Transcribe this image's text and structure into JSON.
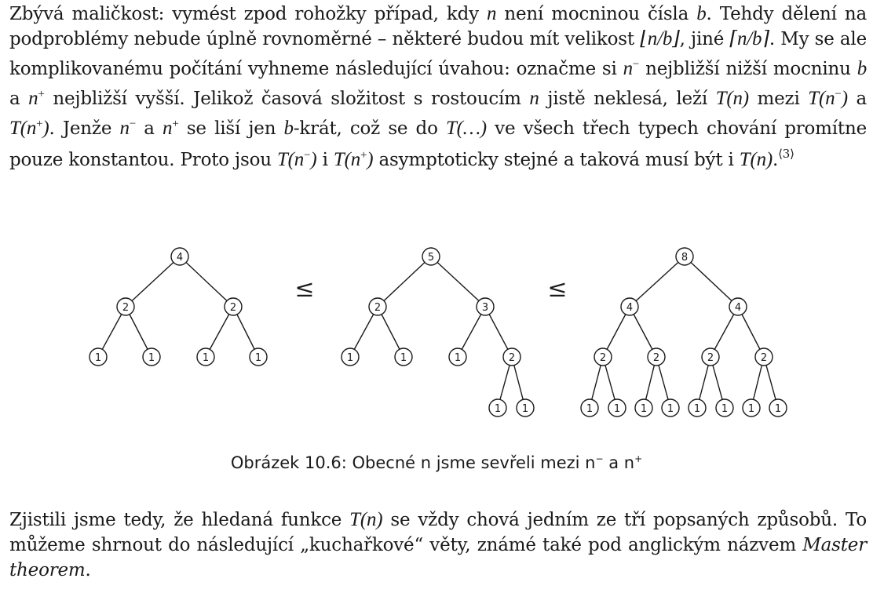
{
  "paragraph1": {
    "a": "Zbývá maličkost: vymést zpod rohožky případ, kdy ",
    "b": " není mocninou čísla ",
    "c": ". Tehdy dělení na podproblémy nebude úplně rovnoměrné – některé budou mít velikost ",
    "d": ", jiné ",
    "e": ". My se ale komplikovanému počítání vyhneme následující úvahou: označme si ",
    "f": " nejbližší nižší mocninu ",
    "g": " a ",
    "h": " nejbližší vyšší. Jelikož časová složitost s rostoucím ",
    "i": " jistě neklesá, leží ",
    "j": " mezi ",
    "k": " a ",
    "l": ". Jenže ",
    "m": " a ",
    "n": " se liší jen ",
    "o": "-krát, což se do ",
    "p": " ve všech třech typech chování promítne pouze konstantou. Proto jsou ",
    "q": " i ",
    "r": " asymptoticky stejné a taková musí být i ",
    "s": ".",
    "footnote_ref": "⟨3⟩",
    "math": {
      "n": "n",
      "b": "b",
      "floor": "⌊n/b⌋",
      "ceil": "⌈n/b⌉",
      "n_minus_base": "n",
      "minus": "−",
      "plus": "+",
      "Tn": "T(n)",
      "T_open": "T(n",
      "T_close": ")",
      "T_dots": "T(…)"
    }
  },
  "figure": {
    "leq": "≤",
    "trees": [
      {
        "nodes": [
          {
            "label": "4"
          },
          {
            "label": "2"
          },
          {
            "label": "2"
          },
          {
            "label": "1"
          },
          {
            "label": "1"
          },
          {
            "label": "1"
          },
          {
            "label": "1"
          }
        ]
      },
      {
        "nodes": [
          {
            "label": "5"
          },
          {
            "label": "2"
          },
          {
            "label": "3"
          },
          {
            "label": "1"
          },
          {
            "label": "1"
          },
          {
            "label": "1"
          },
          {
            "label": "2"
          },
          {
            "label": "1"
          },
          {
            "label": "1"
          }
        ]
      },
      {
        "nodes": [
          {
            "label": "8"
          },
          {
            "label": "4"
          },
          {
            "label": "4"
          },
          {
            "label": "2"
          },
          {
            "label": "2"
          },
          {
            "label": "2"
          },
          {
            "label": "2"
          },
          {
            "label": "1"
          },
          {
            "label": "1"
          },
          {
            "label": "1"
          },
          {
            "label": "1"
          },
          {
            "label": "1"
          },
          {
            "label": "1"
          },
          {
            "label": "1"
          },
          {
            "label": "1"
          }
        ]
      }
    ],
    "caption_main": "Obrázek 10.6: Obecné n jsme sevřeli mezi n",
    "caption_minus": "−",
    "caption_and": " a n",
    "caption_plus": "+"
  },
  "paragraph2": {
    "a": "Zjistili jsme tedy, že hledaná funkce ",
    "Tn": "T(n)",
    "b": " se vždy chová jedním ze tří popsaných způsobů. To můžeme shrnout do následující „kuchařkové“ věty, známé také pod anglickým názvem ",
    "emph": "Master theorem",
    "c": "."
  }
}
